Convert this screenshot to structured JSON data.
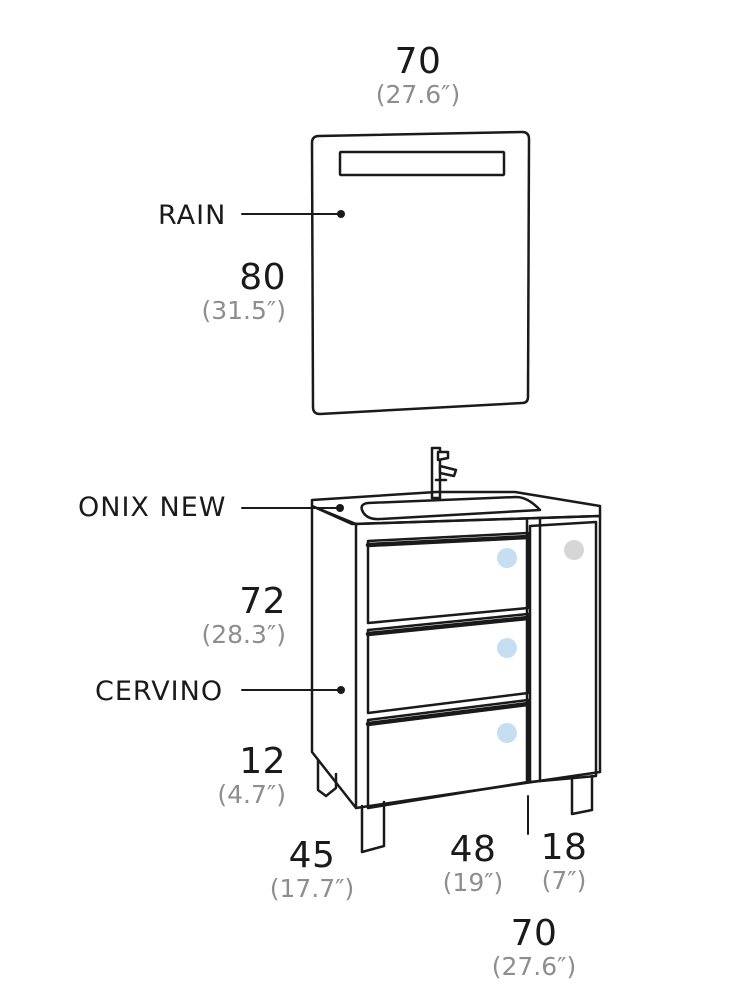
{
  "labels": {
    "mirror": "RAIN",
    "countertop": "ONIX NEW",
    "cabinet": "CERVINO"
  },
  "dimensions": {
    "mirror_width": {
      "cm": "70",
      "in": "(27.6″)"
    },
    "mirror_height": {
      "cm": "80",
      "in": "(31.5″)"
    },
    "cabinet_height": {
      "cm": "72",
      "in": "(28.3″)"
    },
    "leg_height": {
      "cm": "12",
      "in": "(4.7″)"
    },
    "depth": {
      "cm": "45",
      "in": "(17.7″)"
    },
    "drawer_width": {
      "cm": "48",
      "in": "(19″)"
    },
    "door_width": {
      "cm": "18",
      "in": "(7″)"
    },
    "total_width": {
      "cm": "70",
      "in": "(27.6″)"
    }
  },
  "colors": {
    "line": "#1a1a1a",
    "secondary_text": "#8e8e8e",
    "handle_blue": "#c5def2",
    "handle_grey": "#d6d6d6"
  }
}
